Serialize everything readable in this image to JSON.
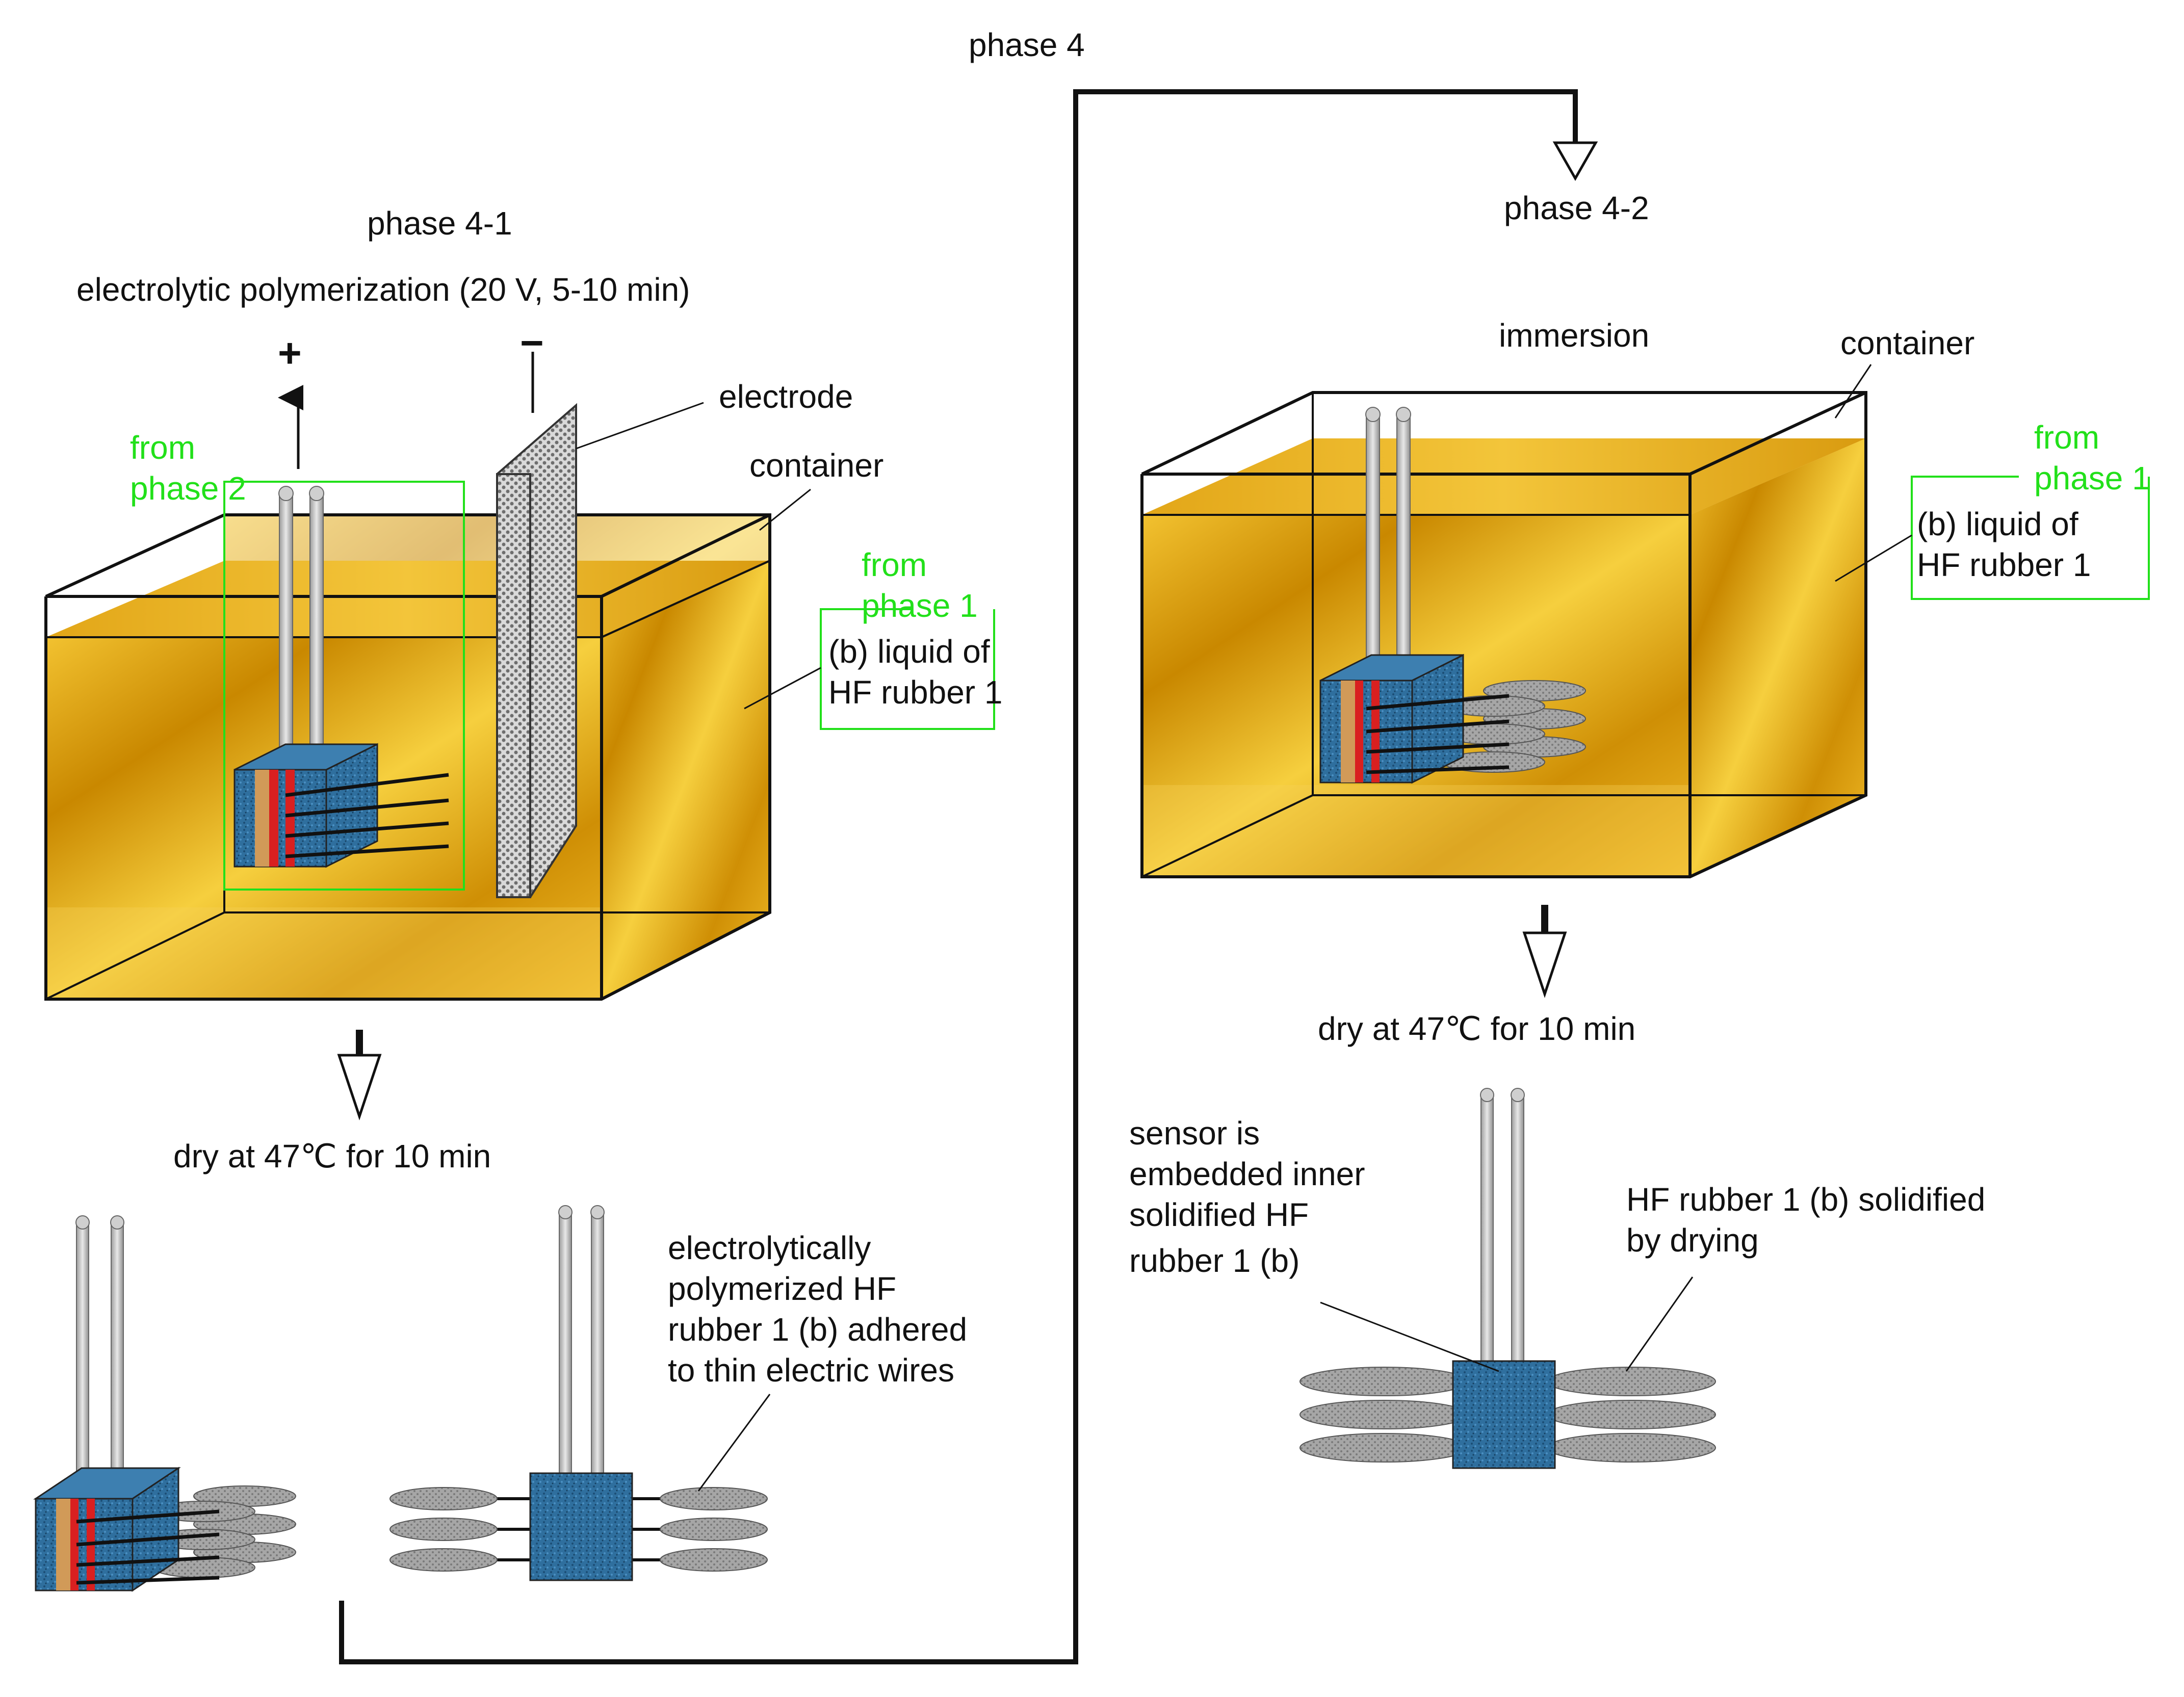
{
  "phase_title": "phase 4",
  "left": {
    "title": "phase 4-1",
    "subtitle": "electrolytic polymerization (20 V, 5-10 min)",
    "plus": "+",
    "minus": "−",
    "electrode": "electrode",
    "container": "container",
    "from_phase2_a": "from",
    "from_phase2_b": "phase 2",
    "from_phase1_a": "from",
    "from_phase1_b": "phase 1",
    "liquid_a": "(b) liquid of",
    "liquid_b": "HF rubber 1",
    "dry": "dry at 47℃ for 10 min",
    "result_lines": [
      "electrolytically",
      "polymerized HF",
      "rubber 1 (b) adhered",
      "to thin electric wires"
    ]
  },
  "right": {
    "title": "phase 4-2",
    "immersion": "immersion",
    "container": "container",
    "from_phase1_a": "from",
    "from_phase1_b": "phase 1",
    "liquid_a": "(b) liquid of",
    "liquid_b": "HF rubber 1",
    "dry": "dry at 47℃ for 10 min",
    "sensor_lines": [
      "sensor is",
      "embedded inner",
      "solidified HF",
      "rubber 1 (b)"
    ],
    "solid_lines": [
      "HF rubber 1 (b) solidified",
      "by drying"
    ]
  },
  "colors": {
    "liquid": "#e3a416",
    "liquid_dark": "#c98800",
    "liquid_light": "#f4c93c",
    "sensor_blue": "#2f6f9e",
    "green_label": "#22e01a",
    "ellipse_gray": "#9a9a9a"
  }
}
